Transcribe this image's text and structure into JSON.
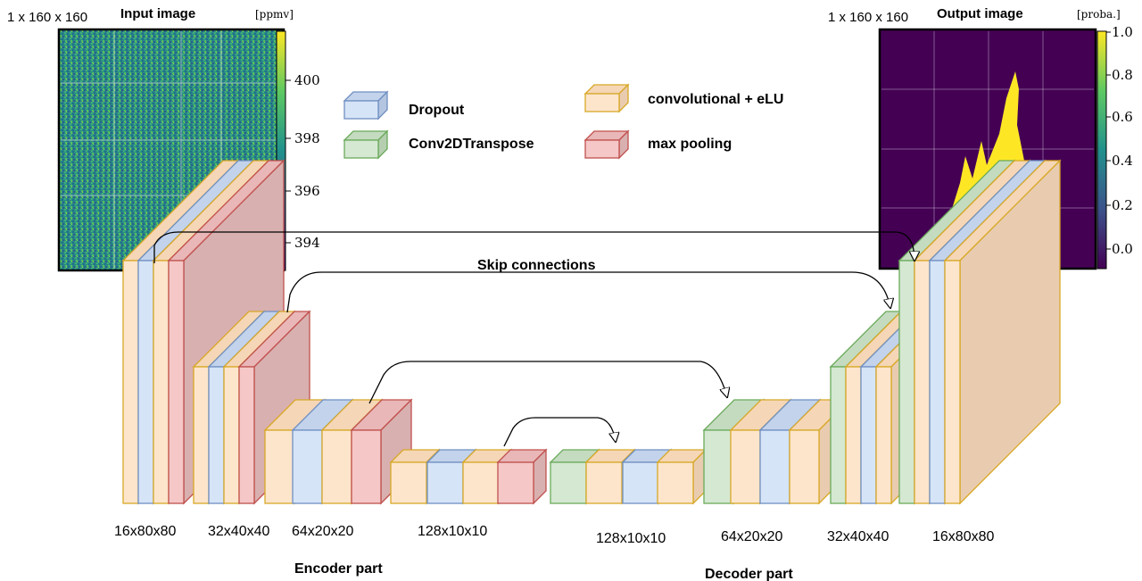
{
  "colors": {
    "conv": {
      "front": "#fde5cc",
      "top": "#f5d6b6",
      "side": "#e9ccb0",
      "stroke": "#d8a826"
    },
    "dropout": {
      "front": "#d6e4f7",
      "top": "#c3d3eb",
      "side": "#b3c5e0",
      "stroke": "#6f8fc2"
    },
    "pool": {
      "front": "#f5c7c7",
      "top": "#e9b7b7",
      "side": "#d9b0b0",
      "stroke": "#c0504d"
    },
    "tconv": {
      "front": "#d5e8d2",
      "top": "#c4dbc0",
      "side": "#b5ceb0",
      "stroke": "#6aaa5a"
    },
    "map_low": "#440154",
    "map_mid": "#21918c",
    "map_high": "#fde725"
  },
  "input_panel": {
    "dims": "1 x 160 x 160",
    "title": "Input image",
    "unit": "[ppmv]",
    "ticks": [
      "400",
      "398",
      "396",
      "394"
    ]
  },
  "output_panel": {
    "dims": "1 x 160 x 160",
    "title": "Output image",
    "unit": "[proba.]",
    "ticks": [
      "1.0",
      "0.8",
      "0.6",
      "0.4",
      "0.2",
      "0.0"
    ]
  },
  "legend": {
    "dropout": "Dropout",
    "conv": "convolutional + eLU",
    "tconv": "Conv2DTranspose",
    "pool": "max pooling"
  },
  "skip_label": "Skip connections",
  "encoder": {
    "part_label": "Encoder part",
    "dims": [
      "16x80x80",
      "32x40x40",
      "64x20x20",
      "128x10x10"
    ]
  },
  "decoder": {
    "part_label": "Decoder part",
    "dims": [
      "128x10x10",
      "64x20x20",
      "32x40x40",
      "16x80x80"
    ]
  }
}
